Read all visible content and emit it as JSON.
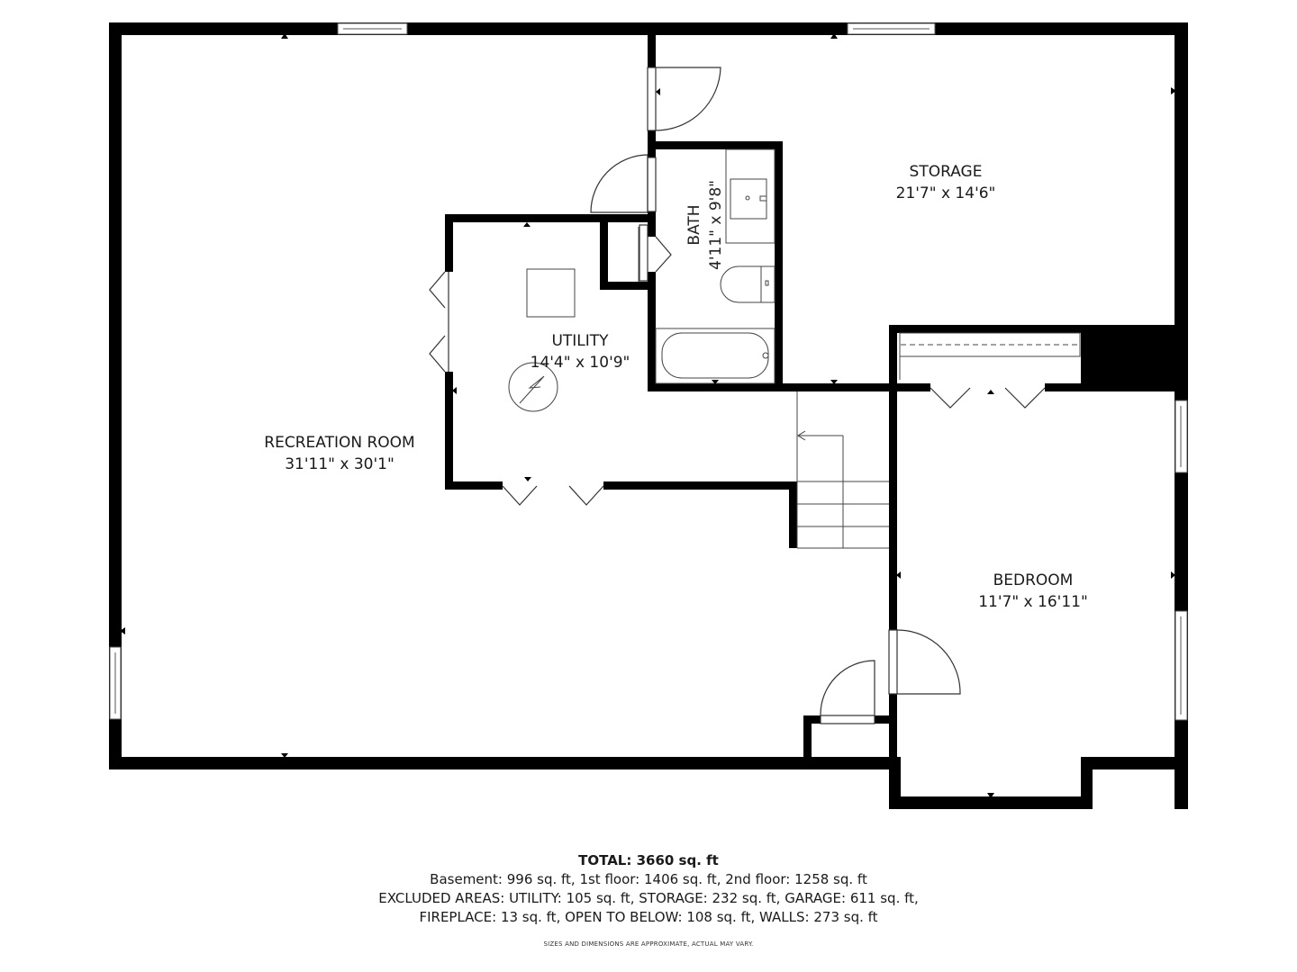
{
  "plan": {
    "level": "Basement",
    "rooms": [
      {
        "id": "recreation",
        "name": "RECREATION ROOM",
        "dims": "31'11\" x 30'1\""
      },
      {
        "id": "storage",
        "name": "STORAGE",
        "dims": "21'7\" x 14'6\""
      },
      {
        "id": "utility",
        "name": "UTILITY",
        "dims": "14'4\" x 10'9\""
      },
      {
        "id": "bath",
        "name": "BATH",
        "dims": "4'11\" x 9'8\""
      },
      {
        "id": "bedroom",
        "name": "BEDROOM",
        "dims": "11'7\" x 16'11\""
      }
    ],
    "colors": {
      "wall": "#000000",
      "fixture_line": "#444444",
      "background": "#ffffff"
    }
  },
  "summary": {
    "total": "TOTAL: 3660 sq. ft",
    "floors": "Basement: 996 sq. ft, 1st floor: 1406 sq. ft, 2nd floor: 1258 sq. ft",
    "excluded_line1": "EXCLUDED AREAS: UTILITY: 105 sq. ft, STORAGE: 232 sq. ft, GARAGE: 611 sq. ft,",
    "excluded_line2": "FIREPLACE: 13 sq. ft, OPEN TO BELOW: 108 sq. ft, WALLS: 273 sq. ft",
    "disclaimer": "SIZES AND DIMENSIONS ARE APPROXIMATE, ACTUAL MAY VARY."
  }
}
